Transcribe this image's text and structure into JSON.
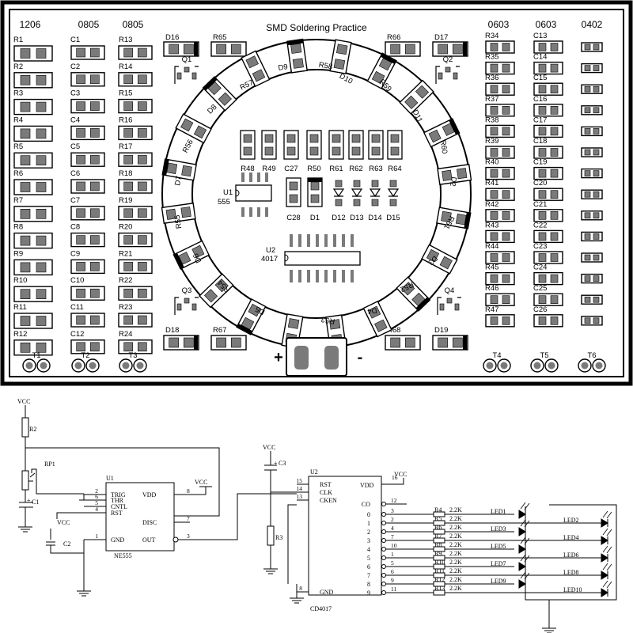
{
  "board": {
    "title": "SMD Soldering Practice",
    "columns": [
      "1206",
      "0805",
      "0805",
      "0603",
      "0603",
      "0402"
    ],
    "left_col1": [
      "R1",
      "R2",
      "R3",
      "R4",
      "R5",
      "R6",
      "R7",
      "R8",
      "R9",
      "R10",
      "R11",
      "R12"
    ],
    "left_col2": [
      "C1",
      "C2",
      "C3",
      "C4",
      "C5",
      "C6",
      "C7",
      "C8",
      "C9",
      "C10",
      "C11",
      "C12"
    ],
    "left_col3": [
      "R13",
      "R14",
      "R15",
      "R16",
      "R17",
      "R18",
      "R19",
      "R20",
      "R21",
      "R22",
      "R23",
      "R24"
    ],
    "right_col1": [
      "R34",
      "R35",
      "R36",
      "R37",
      "R38",
      "R39",
      "R40",
      "R41",
      "R42",
      "R43",
      "R44",
      "R45",
      "R46",
      "R47"
    ],
    "right_col2": [
      "C13",
      "C14",
      "C15",
      "C16",
      "C17",
      "C18",
      "C19",
      "C20",
      "C21",
      "C22",
      "C23",
      "C24",
      "C25",
      "C26"
    ],
    "testpoints": [
      "T1",
      "T2",
      "T3",
      "T4",
      "T5",
      "T6"
    ],
    "top_parts": [
      "D16",
      "R65",
      "R66",
      "D17"
    ],
    "bottom_parts": [
      "D18",
      "R67",
      "R68",
      "D19"
    ],
    "transistors": [
      "Q1",
      "Q2",
      "Q3",
      "Q4"
    ],
    "ring": [
      "R58",
      "D10",
      "R59",
      "D11",
      "R60",
      "D2",
      "R51",
      "D3",
      "R52",
      "D4",
      "R53",
      "D5",
      "R54",
      "D6",
      "R55",
      "D7",
      "R56",
      "D8",
      "R57",
      "D9"
    ],
    "inner_resistors": [
      "R48",
      "R49",
      "C27",
      "R50",
      "R61",
      "R62",
      "R63",
      "R64"
    ],
    "inner_lower": [
      "C28",
      "D1",
      "D12",
      "D13",
      "D14",
      "D15"
    ],
    "u1": [
      "U1",
      "555"
    ],
    "u2": [
      "U2",
      "4017"
    ],
    "polarity": [
      "+",
      "-"
    ]
  },
  "schematic": {
    "vcc": "VCC",
    "parts": [
      "R2",
      "RP1",
      "C1",
      "U1",
      "NE555",
      "C2",
      "C3",
      "R3",
      "U2",
      "CD4017"
    ],
    "u1_pins_left": [
      {
        "num": "2",
        "name": "TRIG"
      },
      {
        "num": "6",
        "name": "THR"
      },
      {
        "num": "5",
        "name": "CNTL"
      },
      {
        "num": "4",
        "name": "RST"
      },
      {
        "num": "1",
        "name": "GND"
      }
    ],
    "u1_pins_right": [
      {
        "num": "8",
        "name": "VDD"
      },
      {
        "num": "7",
        "name": "DISC"
      },
      {
        "num": "3",
        "name": "OUT"
      }
    ],
    "u2_pins_left": [
      {
        "num": "15",
        "name": "RST"
      },
      {
        "num": "14",
        "name": "CLK"
      },
      {
        "num": "13",
        "name": "CKEN"
      },
      {
        "num": "8",
        "name": "GND"
      }
    ],
    "u2_top": {
      "num": "16",
      "name": "VDD"
    },
    "u2_outputs": [
      {
        "out": "CO",
        "pin": "12"
      },
      {
        "out": "0",
        "pin": "3"
      },
      {
        "out": "1",
        "pin": "2"
      },
      {
        "out": "2",
        "pin": "4"
      },
      {
        "out": "3",
        "pin": "7"
      },
      {
        "out": "4",
        "pin": "10"
      },
      {
        "out": "5",
        "pin": "1"
      },
      {
        "out": "6",
        "pin": "5"
      },
      {
        "out": "7",
        "pin": "6"
      },
      {
        "out": "8",
        "pin": "9"
      },
      {
        "out": "9",
        "pin": "11"
      }
    ],
    "resistors": [
      {
        "name": "R4",
        "value": "2.2K"
      },
      {
        "name": "R5",
        "value": "2.2K"
      },
      {
        "name": "R6",
        "value": "2.2K"
      },
      {
        "name": "R7",
        "value": "2.2K"
      },
      {
        "name": "R8",
        "value": "2.2K"
      },
      {
        "name": "R9",
        "value": "2.2K"
      },
      {
        "name": "R10",
        "value": "2.2K"
      },
      {
        "name": "R11",
        "value": "2.2K"
      },
      {
        "name": "R12",
        "value": "2.2K"
      },
      {
        "name": "R13",
        "value": "2.2K"
      }
    ],
    "leds": [
      "LED1",
      "LED2",
      "LED3",
      "LED4",
      "LED5",
      "LED6",
      "LED7",
      "LED8",
      "LED9",
      "LED10"
    ]
  }
}
